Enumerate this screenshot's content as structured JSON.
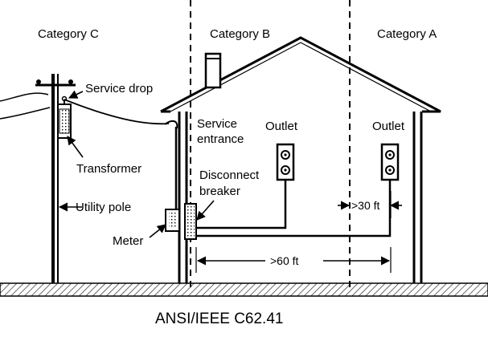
{
  "labels": {
    "category_c": "Category C",
    "category_b": "Category B",
    "category_a": "Category A",
    "service_drop": "Service drop",
    "service_entrance_1": "Service",
    "service_entrance_2": "entrance",
    "outlet_b": "Outlet",
    "outlet_a": "Outlet",
    "transformer": "Transformer",
    "disconnect_1": "Disconnect",
    "disconnect_2": "breaker",
    "utility_pole": "Utility pole",
    "meter": "Meter",
    "dist_30": ">30 ft",
    "dist_60": ">60 ft"
  },
  "caption": "ANSI/IEEE C62.41",
  "colors": {
    "line": "#000000",
    "background": "#ffffff",
    "ground_hatch": "#333333"
  }
}
